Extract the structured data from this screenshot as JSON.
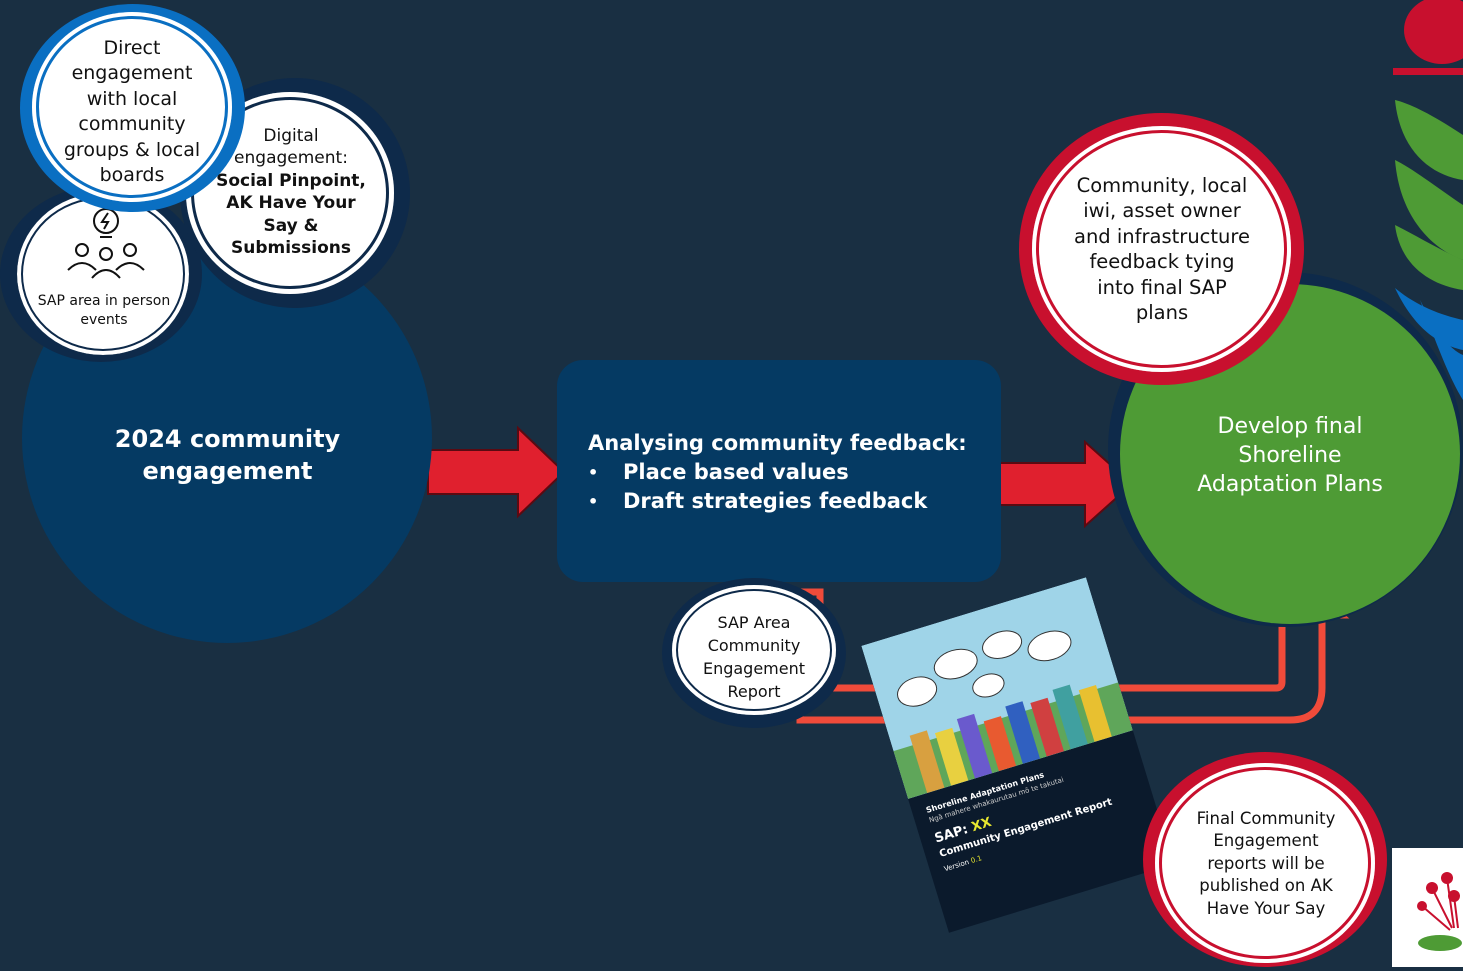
{
  "colors": {
    "background": "#192f42",
    "navy": "#053a63",
    "dark_navy": "#0e2a4a",
    "blue": "#0a6fc2",
    "red": "#c8102e",
    "arrow_red": "#e0202e",
    "orange_red": "#f04b3a",
    "green": "#4e9b35"
  },
  "main_circle": {
    "text": "2024 community engagement"
  },
  "small_circles": {
    "direct": {
      "text": "Direct engagement with local community groups & local boards"
    },
    "events": {
      "text": "SAP area in person events",
      "icon": "people-lightbulb-icon"
    },
    "digital": {
      "line1": "Digital",
      "line2": "engagement:",
      "bold": "Social Pinpoint, AK Have Your Say & Submissions"
    }
  },
  "analysis_box": {
    "heading": "Analysing community feedback:",
    "bullets": [
      "Place based values",
      "Draft strategies feedback"
    ]
  },
  "report_circle": {
    "text": "SAP Area Community Engagement Report"
  },
  "report_cover": {
    "line1": "Shoreline Adaptation Plans",
    "line2": "Ngā mahere whakaurutau mō te takutai",
    "sap_label": "SAP: ",
    "sap_value": "XX",
    "title": "Community Engagement Report",
    "version_label": "Version ",
    "version_value": "0.1"
  },
  "feedback_circle": {
    "text": "Community, local iwi, asset owner and infrastructure feedback tying into final SAP plans"
  },
  "final_circle": {
    "text": "Develop final Shoreline Adaptation Plans"
  },
  "published_circle": {
    "text": "Final Community Engagement reports will be published on AK Have Your Say"
  }
}
